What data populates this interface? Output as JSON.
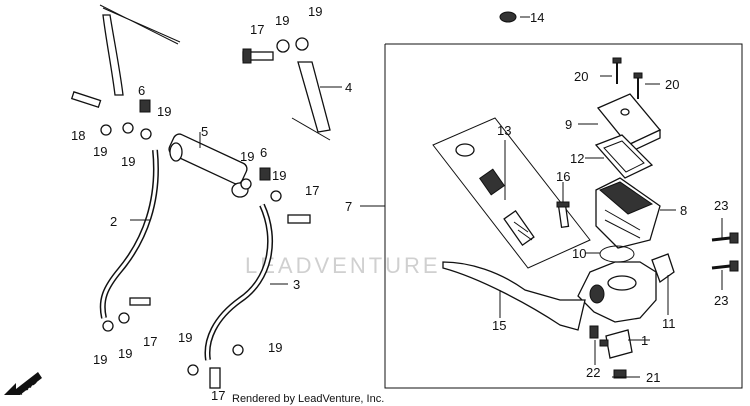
{
  "labels": {
    "p1": "1",
    "p2": "2",
    "p3": "3",
    "p4": "4",
    "p5": "5",
    "p6a": "6",
    "p6b": "6",
    "p7": "7",
    "p8": "8",
    "p9": "9",
    "p10": "10",
    "p11": "11",
    "p12": "12",
    "p13": "13",
    "p14": "14",
    "p15": "15",
    "p16": "16",
    "p17a": "17",
    "p17b": "17",
    "p17c": "17",
    "p17d": "17",
    "p18": "18",
    "p19a": "19",
    "p19b": "19",
    "p19c": "19",
    "p19d": "19",
    "p19e": "19",
    "p19f": "19",
    "p19g": "19",
    "p19h": "19",
    "p19i": "19",
    "p19j": "19",
    "p19k": "19",
    "p20a": "20",
    "p20b": "20",
    "p21": "21",
    "p22": "22",
    "p23a": "23",
    "p23b": "23"
  },
  "fwd_label": "FWD",
  "watermark": "LEADVENTURE",
  "footer": "Rendered by LeadVenture, Inc."
}
